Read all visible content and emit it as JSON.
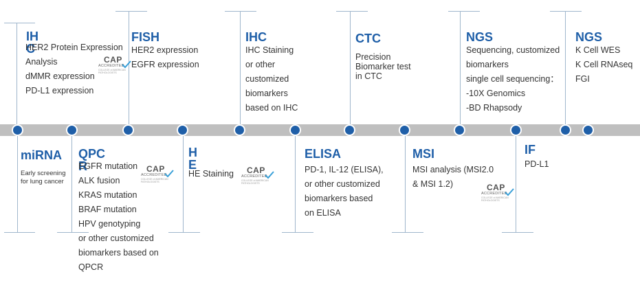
{
  "items": {
    "ihc1": {
      "title": "IH\nC",
      "lines": [
        "HER2 Protein Expression",
        "Analysis",
        "dMMR expression",
        "PD-L1 expression"
      ]
    },
    "fish": {
      "title": "FISH",
      "lines": [
        "HER2 expression",
        "EGFR expression"
      ]
    },
    "ihc2": {
      "title": "IHC",
      "lines": [
        "IHC Staining",
        "or other",
        "customized",
        "biomarkers",
        "based on IHC"
      ]
    },
    "ctc": {
      "title": "CTC",
      "lines": [
        "Precision",
        "Biomarker test",
        "in CTC"
      ]
    },
    "ngs1": {
      "title": "NGS",
      "lines": [
        "Sequencing, customized",
        "biomarkers",
        "single cell sequencing：",
        "-10X Genomics",
        "-BD Rhapsody"
      ]
    },
    "ngs2": {
      "title": "NGS",
      "lines": [
        "K Cell WES",
        "K Cell RNAseq",
        "FGI"
      ]
    },
    "mirna": {
      "title": "miRNA",
      "lines": [
        "Early screening",
        "for lung cancer"
      ]
    },
    "qpcr": {
      "title": "QPC\nR",
      "lines": [
        "EGFR mutation",
        "ALK fusion",
        "KRAS mutation",
        "BRAF mutation",
        "HPV genotyping",
        "or other customized",
        "biomarkers based on",
        "QPCR"
      ]
    },
    "he": {
      "title": "H\nE",
      "lines": [
        "HE  Staining"
      ]
    },
    "elisa": {
      "title": "ELISA",
      "lines": [
        "PD-1, IL-12 (ELISA),",
        "or other customized",
        "biomarkers based",
        "on ELISA"
      ]
    },
    "msi": {
      "title": "MSI",
      "lines": [
        "MSI analysis (MSI2.0",
        "& MSI 1.2)"
      ]
    },
    "if": {
      "title": "IF",
      "lines": [
        "PD-L1"
      ]
    }
  },
  "badge": {
    "word": "CAP",
    "sub": "ACCREDITED",
    "tiny": "COLLEGE of AMERICAN PATHOLOGISTS"
  },
  "colors": {
    "accent": "#1f5fa8",
    "bar": "#bfbfbf",
    "connector": "#9fb6cc"
  }
}
